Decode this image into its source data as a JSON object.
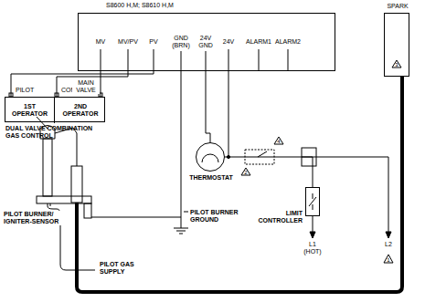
{
  "diagram": {
    "nodes": [
      {
        "text": [
          "S8600 H,M; S8610 H,M"
        ]
      },
      {
        "text": [
          "DUAL VALVE COMBINATION GAS CONTROL"
        ]
      },
      {
        "text": [
          "1ST OPERATOR"
        ],
        "in": 1
      },
      {
        "text": [
          "2ND OPERATOR"
        ],
        "in": 1
      },
      {
        "text": [
          "THERMOSTAT"
        ]
      },
      {
        "text": [
          "LIMIT CONTROLLER"
        ]
      },
      {
        "text": [
          "SPARK"
        ]
      }
    ],
    "edges": [
      {
        "from": 0,
        "to": 1,
        "arrow": "none"
      },
      {
        "from": 0,
        "to": 1,
        "arrow": "none"
      },
      {
        "from": 0,
        "to": 1,
        "arrow": "none"
      },
      {
        "from": 0,
        "to": 4,
        "arrow": "none"
      },
      {
        "from": 4,
        "to": 5,
        "arrow": "none"
      }
    ],
    "labels": [
      "MV",
      "MV/PV",
      "PV",
      "GND (BRN)",
      "24V GND",
      "24V",
      "ALARM1",
      "ALARM2",
      "PILOT",
      "COM",
      "MAIN VALVE",
      "3",
      "4",
      "2",
      "PILOT BURNER GROUND",
      "L1 (HOT)",
      "L2",
      "1",
      "PILOT BURNER/ IGNITER-SENSOR",
      "PILOT GAS SUPPLY"
    ]
  }
}
